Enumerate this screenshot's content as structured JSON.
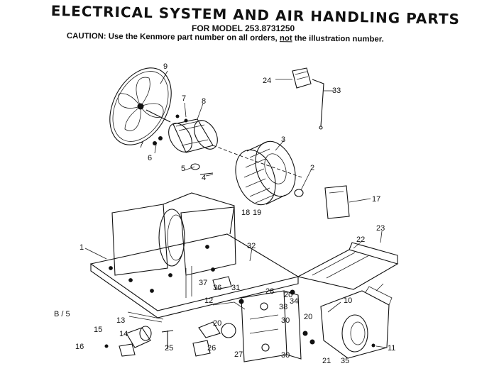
{
  "header": {
    "title": "ELECTRICAL SYSTEM AND AIR HANDLING PARTS",
    "model_line": "FOR MODEL 253.8731250",
    "caution_prefix": "CAUTION: Use the Kenmore part number on all orders,",
    "caution_not": "not",
    "caution_suffix": "the illustration number."
  },
  "page_code": "B / 5",
  "part_labels": {
    "p1": "1",
    "p2": "2",
    "p3": "3",
    "p4": "4",
    "p5": "5",
    "p6": "6",
    "p7a": "7",
    "p7b": "7",
    "p8": "8",
    "p9": "9",
    "p10": "10",
    "p11": "11",
    "p12": "12",
    "p13": "13",
    "p14": "14",
    "p15": "15",
    "p16": "16",
    "p17": "17",
    "p18": "18",
    "p19": "19",
    "p20a": "20",
    "p20b": "20",
    "p21": "21",
    "p22": "22",
    "p23": "23",
    "p24": "24",
    "p25": "25",
    "p26": "26",
    "p27": "27",
    "p28": "28",
    "p30a": "30",
    "p30b": "30",
    "p31": "31",
    "p32": "32",
    "p33": "33",
    "p34": "34",
    "p35": "35",
    "p36": "36",
    "p37": "37",
    "p38": "38"
  }
}
